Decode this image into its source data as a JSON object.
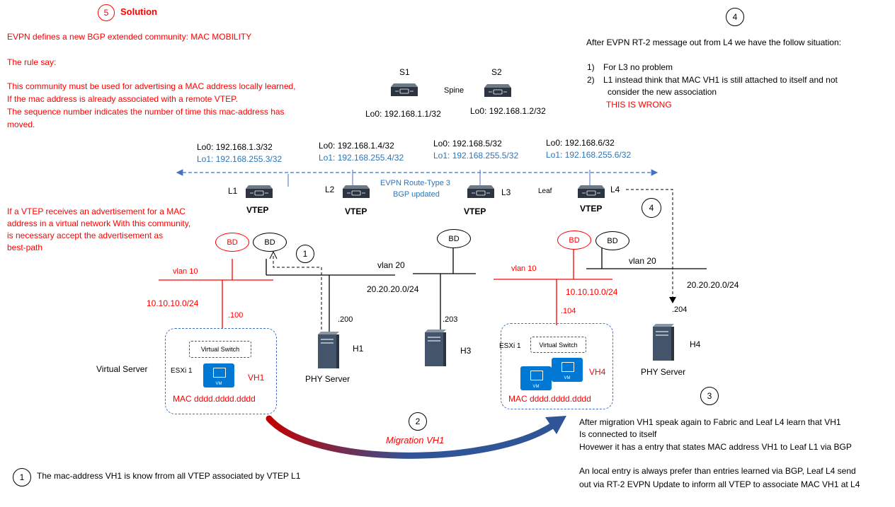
{
  "steps": {
    "five": "5",
    "four_top": "4",
    "four_mid": "4",
    "one_small": "1",
    "one_bottom": "1",
    "two": "2",
    "three": "3"
  },
  "left_panel": {
    "title": "Solution",
    "line1": "EVPN defines a new BGP extended community: MAC MOBILITY",
    "line2": "The rule say:",
    "line3": "This community must be used for advertising a MAC address locally learned,",
    "line4": "If the mac address is already associated with a remote VTEP.",
    "line5": "The sequence number indicates the number of time this mac-address has",
    "line6": "moved.",
    "vtep_note1": "If a  VTEP receives an advertisement for a MAC",
    "vtep_note2": "address in a virtual network With this community,",
    "vtep_note3": "is necessary accept the advertisement as",
    "vtep_note4": "best-path"
  },
  "right_panel": {
    "line1": "After EVPN RT-2 message out from L4 we have the follow situation:",
    "item1_num": "1)",
    "item1": "For L3 no problem",
    "item2_num": "2)",
    "item2": "L1 instead think that MAC VH1 is still attached to itself and not",
    "item2b": "consider the new association",
    "wrong": "THIS IS WRONG"
  },
  "spines": {
    "s1": "S1",
    "s2": "S2",
    "label": "Spine",
    "s1_lo0": "Lo0: 192.168.1.1/32",
    "s2_lo0": "Lo0: 192.168.1.2/32"
  },
  "leaves": {
    "l1_lo0": "Lo0: 192.168.1.3/32",
    "l1_lo1": "Lo1: 192.168.255.3/32",
    "l2_lo0": "Lo0: 192.168.1.4/32",
    "l2_lo1": "Lo1: 192.168.255.4/32",
    "l3_lo0": "Lo0: 192.168.5/32",
    "l3_lo1": "Lo1: 192.168.255.5/32",
    "l4_lo0": "Lo0: 192.168.6/32",
    "l4_lo1": "Lo1: 192.168.255.6/32",
    "l1": "L1",
    "l2": "L2",
    "l3": "L3",
    "l4": "L4",
    "leaf": "Leaf",
    "vtep": "VTEP",
    "evpn1": "EVPN Route-Type  3",
    "evpn2": "BGP updated"
  },
  "network": {
    "bd": "BD",
    "vlan10": "vlan 10",
    "vlan20": "vlan 20",
    "net10": "10.10.10.0/24",
    "net20": "20.20.20.0/24",
    "ip100": ".100",
    "ip200": ".200",
    "ip203": ".203",
    "ip104": ".104",
    "ip204": ".204",
    "h1": "H1",
    "h3": "H3",
    "h4": "H4",
    "phy_server": "PHY Server",
    "virtual_server": "Virtual Server",
    "esxi": "ESXi 1",
    "vswitch": "Virtual Switch",
    "vh1": "VH1",
    "vh4": "VH4",
    "mac": "MAC dddd.dddd.dddd",
    "vm": "VM"
  },
  "migration": "Migration VH1",
  "bottom_left": "The mac-address VH1 is know frrom all VTEP associated by VTEP L1",
  "bottom_right": {
    "line1": "After migration VH1 speak again to Fabric and Leaf L4 learn that VH1",
    "line2": "Is connected to itself",
    "line3": "Hovewer it has a  entry that states MAC address VH1 to Leaf L1 via BGP",
    "line4": "An local entry is always prefer than entries learned via BGP, Leaf L4 send",
    "line5": "out via RT-2 EVPN Update to inform all VTEP to associate MAC VH1 at L4"
  },
  "colors": {
    "red": "#ff0000",
    "blue": "#2e75b6",
    "vm_blue": "#0078d4",
    "dash_blue": "#4472c4"
  }
}
